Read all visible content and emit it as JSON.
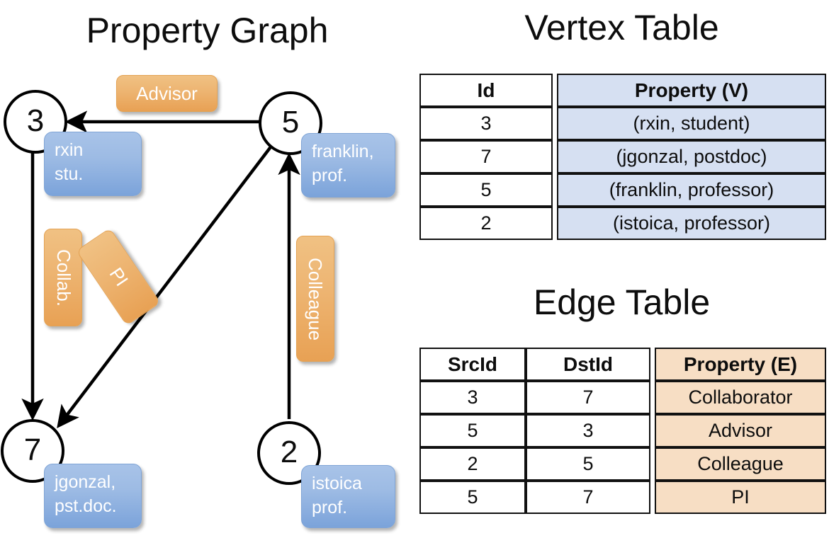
{
  "graph_panel": {
    "title": "Property Graph",
    "vertices": [
      {
        "id": "3",
        "name": "node-3",
        "property_lines": [
          "rxin",
          "stu."
        ]
      },
      {
        "id": "5",
        "name": "node-5",
        "property_lines": [
          "franklin,",
          "prof."
        ]
      },
      {
        "id": "7",
        "name": "node-7",
        "property_lines": [
          "jgonzal,",
          "pst.doc."
        ]
      },
      {
        "id": "2",
        "name": "node-2",
        "property_lines": [
          "istoica",
          "prof."
        ]
      }
    ],
    "edge_labels": [
      {
        "text": "Advisor",
        "orientation": "horizontal"
      },
      {
        "text": "Collab.",
        "orientation": "vertical"
      },
      {
        "text": "PI",
        "orientation": "diagonal"
      },
      {
        "text": "Colleague",
        "orientation": "vertical"
      }
    ],
    "edges": [
      {
        "from": "5",
        "to": "3",
        "label": "Advisor"
      },
      {
        "from": "3",
        "to": "7",
        "label": "Collab."
      },
      {
        "from": "5",
        "to": "7",
        "label": "PI"
      },
      {
        "from": "2",
        "to": "5",
        "label": "Colleague"
      }
    ]
  },
  "vertex_table": {
    "title": "Vertex Table",
    "headers": [
      "Id",
      "Property (V)"
    ],
    "rows": [
      {
        "id": "3",
        "property": "(rxin, student)"
      },
      {
        "id": "7",
        "property": "(jgonzal, postdoc)"
      },
      {
        "id": "5",
        "property": "(franklin, professor)"
      },
      {
        "id": "2",
        "property": "(istoica, professor)"
      }
    ]
  },
  "edge_table": {
    "title": "Edge Table",
    "headers": [
      "SrcId",
      "DstId",
      "Property (E)"
    ],
    "rows": [
      {
        "src": "3",
        "dst": "7",
        "property": "Collaborator"
      },
      {
        "src": "5",
        "dst": "3",
        "property": "Advisor"
      },
      {
        "src": "2",
        "dst": "5",
        "property": "Colleague"
      },
      {
        "src": "5",
        "dst": "7",
        "property": "PI"
      }
    ]
  },
  "colors": {
    "vertex_property_blue": "#9dbbe4",
    "edge_label_orange": "#edb471",
    "vertex_table_fill": "#d6e0f2",
    "edge_table_fill": "#f7dec4",
    "stroke": "#000000",
    "background": "#ffffff"
  }
}
